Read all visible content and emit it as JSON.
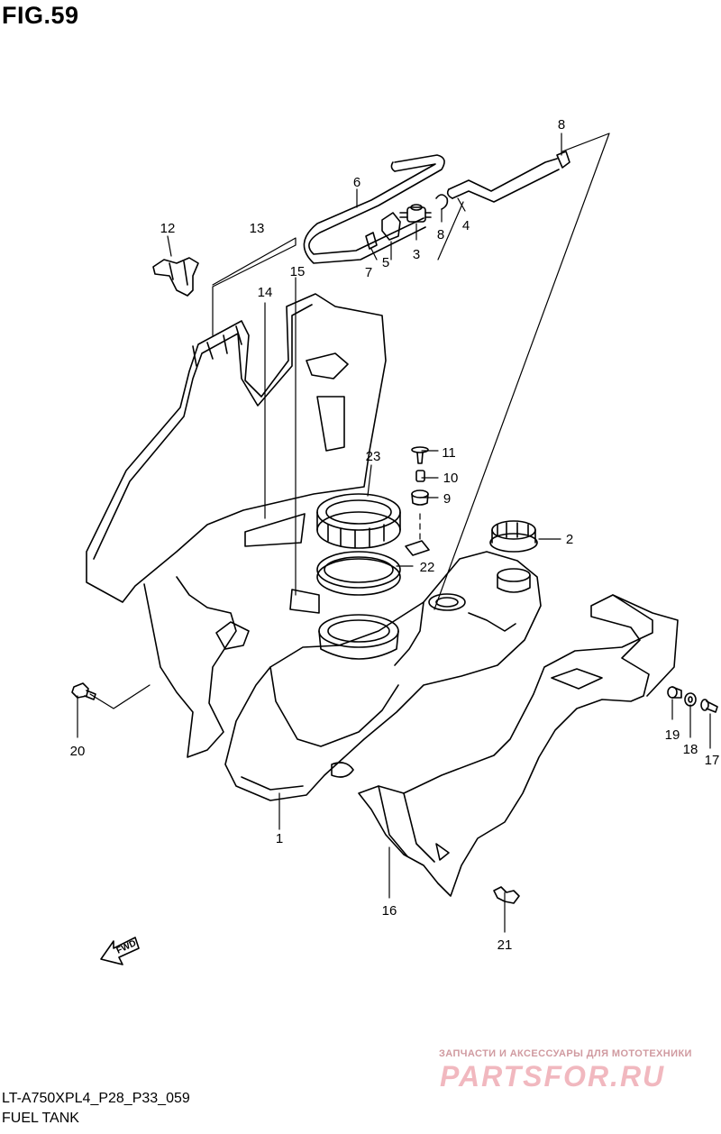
{
  "figure": {
    "title": "FIG.59"
  },
  "footer": {
    "model_code": "LT-A750XPL4_P28_P33_059",
    "section_name": "FUEL TANK"
  },
  "watermark": {
    "tagline": "ЗАПЧАСТИ И АКСЕССУАРЫ ДЛЯ МОТОТЕХНИКИ",
    "logo": "PARTSFOR.RU"
  },
  "fwd_arrow": {
    "label": "FWD"
  },
  "callouts": [
    "1",
    "2",
    "3",
    "4",
    "5",
    "6",
    "7",
    "8",
    "8",
    "9",
    "10",
    "11",
    "12",
    "13",
    "14",
    "15",
    "16",
    "17",
    "18",
    "19",
    "20",
    "21",
    "22",
    "23"
  ]
}
